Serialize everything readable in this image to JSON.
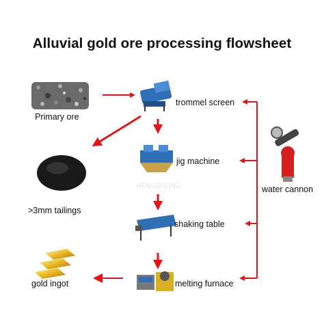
{
  "title": "Alluvial gold ore processing flowsheet",
  "nodes": {
    "primary_ore": "Primary ore",
    "trommel_screen": "trommel screen",
    "tailings": ">3mm tailings",
    "jig_machine": "jig machine",
    "shaking_table": "shaking table",
    "water_cannon": "water cannon",
    "gold_ingot": "gold ingot",
    "melting_furnace": "melting furnace"
  },
  "colors": {
    "arrow": "#e3151b",
    "machine_blue": "#2f6fb5",
    "gold": "#e0b21c"
  },
  "icons": [
    "ore-pile-icon",
    "trommel-icon",
    "tailings-pile-icon",
    "jig-icon",
    "shaking-table-icon",
    "water-cannon-icon",
    "gold-ingot-icon",
    "melting-furnace-icon"
  ]
}
